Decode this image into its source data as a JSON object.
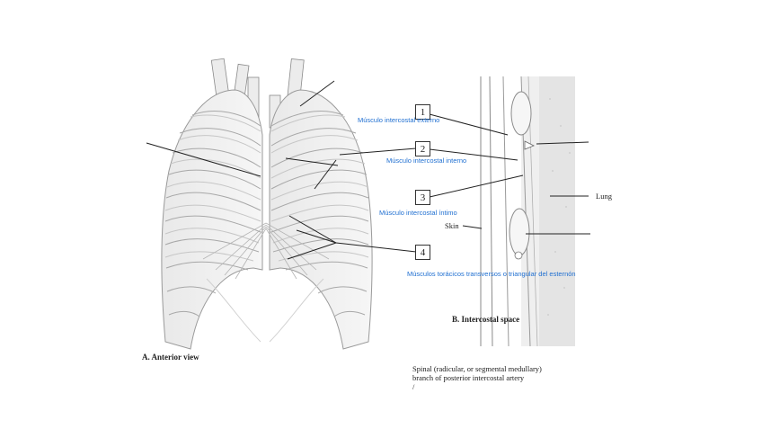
{
  "labels": {
    "n1": "1",
    "n2": "2",
    "n3": "3",
    "n4": "4",
    "term1": "Músculo intercostal externo",
    "term2": "Músculo intercostal interno",
    "term3": "Músculo intercostal íntimo",
    "term4": "Músculos torácicos transversos o triangular del esternón"
  },
  "figure": {
    "caption_a": "A. Anterior view",
    "caption_b": "B. Intercostal space",
    "lung": "Lung",
    "skin": "Skin",
    "spinal_line1": "Spinal (radicular, or segmental medullary)",
    "spinal_line2": "branch of posterior intercostal artery",
    "spinal_line3": "/"
  }
}
